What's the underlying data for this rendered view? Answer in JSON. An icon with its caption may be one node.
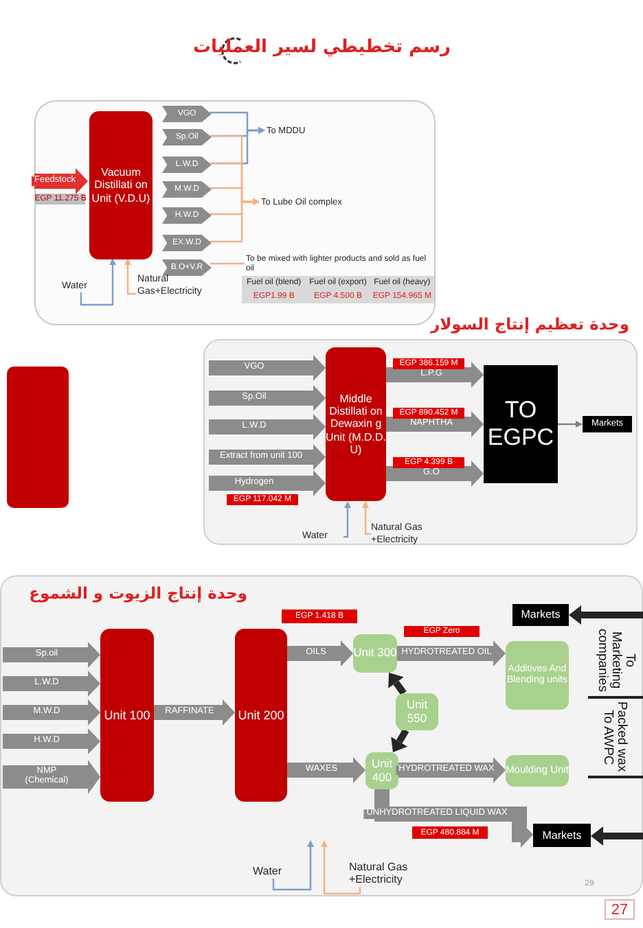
{
  "diagram": {
    "title": "رسم تخطيطي لسير العمليات",
    "nodes": [
      {
        "text": [],
        "shape": "box"
      },
      {
        "text": [
          "Vacuum Distillati on Unit (V.D.U)"
        ],
        "in": 0
      },
      {
        "text": [
          "VGO"
        ],
        "in": 0
      },
      {
        "text": [
          "Sp.Oil"
        ],
        "in": 0
      },
      {
        "text": [
          "L.W.D"
        ],
        "in": 0
      },
      {
        "text": [
          "M.W.D"
        ],
        "in": 0
      },
      {
        "text": [
          "H.W.D"
        ],
        "in": 0
      },
      {
        "text": [
          "EX.W.D"
        ],
        "in": 0
      },
      {
        "text": [
          "B.O+V.R"
        ],
        "in": 0
      },
      {
        "text": [
          "To MDDU"
        ],
        "in": 0
      },
      {
        "text": [
          "To Lube Oil complex"
        ],
        "in": 0
      },
      {
        "text": [
          "To be mixed with lighter products and sold as fuel oil"
        ],
        "in": 0
      },
      {
        "text": [
          "Fuel oil (blend)",
          "Fuel oil (export)",
          "Fuel oil (heavy)",
          "EGP1.99 B",
          "EGP 4.500 B",
          "EGP 154.965 M"
        ],
        "in": 0
      },
      {
        "text": [
          "Water"
        ],
        "in": 0
      },
      {
        "text": [
          "Natural Gas+Electricity"
        ],
        "in": 0
      },
      {
        "text": [],
        "shape": "box"
      },
      {
        "text": [
          "وحدة تعظيم إنتاج السولار"
        ]
      },
      {
        "text": [
          "Middle Distillati on Dewaxin g Unit (M.D.D. U)"
        ],
        "in": 16
      },
      {
        "text": [
          "TO EGPC"
        ],
        "in": 16
      },
      {
        "text": [
          "Markets"
        ],
        "in": 16
      },
      {
        "text": [
          "Water"
        ],
        "in": 16
      },
      {
        "text": [
          "Natural Gas +Electricity"
        ],
        "in": 16
      },
      {
        "text": [
          "وحدة إنتاج الزيوت و الشموع"
        ]
      },
      {
        "text": [
          "Unit 100"
        ],
        "in": 22
      },
      {
        "text": [
          "Unit 200"
        ],
        "in": 22
      },
      {
        "text": [
          "Unit 300"
        ],
        "in": 22
      },
      {
        "text": [
          "Unit 550"
        ],
        "in": 22
      },
      {
        "text": [
          "Unit 400"
        ],
        "in": 22
      },
      {
        "text": [
          "Additives And Blending units"
        ],
        "in": 22
      },
      {
        "text": [
          "Moulding Unit"
        ],
        "in": 22
      },
      {
        "text": [
          "Markets"
        ],
        "in": 22
      },
      {
        "text": [
          "Markets"
        ],
        "in": 22
      },
      {
        "text": [
          "Water"
        ],
        "in": 22
      },
      {
        "text": [
          "Natural Gas +Electricity"
        ],
        "in": 22
      }
    ],
    "edges": [
      {
        "from": null,
        "to": 1,
        "arrow": "to",
        "label": "Feedstock",
        "style": "thick",
        "color": "#e03030"
      },
      {
        "from": 2,
        "to": 9,
        "arrow": "to",
        "color": "#7f9cc9"
      },
      {
        "from": 3,
        "to": 9,
        "arrow": "to",
        "color": "#7f9cc9"
      },
      {
        "from": 4,
        "to": 9,
        "arrow": "to",
        "color": "#7f9cc9"
      },
      {
        "from": 3,
        "to": 10,
        "arrow": "to",
        "color": "#f4b183"
      },
      {
        "from": 4,
        "to": 10,
        "arrow": "to",
        "color": "#f4b183"
      },
      {
        "from": 5,
        "to": 10,
        "arrow": "to",
        "color": "#f4b183"
      },
      {
        "from": 6,
        "to": 10,
        "arrow": "to",
        "color": "#f4b183"
      },
      {
        "from": 7,
        "to": 10,
        "arrow": "to",
        "color": "#f4b183"
      },
      {
        "from": 8,
        "to": 11,
        "arrow": "none",
        "color": "#f4b183"
      },
      {
        "from": 13,
        "to": 1,
        "arrow": "to",
        "color": "#7f9cc9"
      },
      {
        "from": 14,
        "to": 1,
        "arrow": "to",
        "color": "#f4b183"
      },
      {
        "from": null,
        "to": 17,
        "arrow": "to",
        "label": "VGO",
        "style": "thick"
      },
      {
        "from": null,
        "to": 17,
        "arrow": "to",
        "label": "Sp.Oil",
        "style": "thick"
      },
      {
        "from": null,
        "to": 17,
        "arrow": "to",
        "label": "L.W.D",
        "style": "thick"
      },
      {
        "from": null,
        "to": 17,
        "arrow": "to",
        "label": "Extract from unit 100",
        "style": "thick"
      },
      {
        "from": null,
        "to": 17,
        "arrow": "to",
        "label": "Hydrogen",
        "style": "thick"
      },
      {
        "from": 17,
        "to": 18,
        "arrow": "to",
        "label": "L.P.G",
        "style": "thick"
      },
      {
        "from": 17,
        "to": 18,
        "arrow": "to",
        "label": "NAPHTHA",
        "style": "thick"
      },
      {
        "from": 17,
        "to": 18,
        "arrow": "to",
        "label": "G.O",
        "style": "thick"
      },
      {
        "from": 18,
        "to": 19,
        "arrow": "to",
        "color": "#808080"
      },
      {
        "from": 20,
        "to": 17,
        "arrow": "to",
        "color": "#7f9cc9"
      },
      {
        "from": 21,
        "to": 17,
        "arrow": "to",
        "color": "#f4b183"
      },
      {
        "from": null,
        "to": 23,
        "arrow": "to",
        "label": "Sp.oil",
        "style": "thick"
      },
      {
        "from": null,
        "to": 23,
        "arrow": "to",
        "label": "L.W.D",
        "style": "thick"
      },
      {
        "from": null,
        "to": 23,
        "arrow": "to",
        "label": "M.W.D",
        "style": "thick"
      },
      {
        "from": null,
        "to": 23,
        "arrow": "to",
        "label": "H.W.D",
        "style": "thick"
      },
      {
        "from": null,
        "to": 23,
        "arrow": "to",
        "label": "NMP (Chemical)",
        "style": "thick"
      },
      {
        "from": 23,
        "to": 24,
        "arrow": "to",
        "label": "RAFFINATE",
        "style": "thick"
      },
      {
        "from": 24,
        "to": 25,
        "arrow": "to",
        "label": "OILS",
        "style": "thick"
      },
      {
        "from": 24,
        "to": 27,
        "arrow": "to",
        "label": "WAXES",
        "style": "thick"
      },
      {
        "from": 25,
        "to": 28,
        "arrow": "to",
        "label": "HYDROTREATED OIL",
        "style": "thick"
      },
      {
        "from": 26,
        "to": 25,
        "arrow": "to",
        "color": "#262626"
      },
      {
        "from": 26,
        "to": 27,
        "arrow": "to",
        "color": "#262626"
      },
      {
        "from": 27,
        "to": 29,
        "arrow": "to",
        "label": "HYDROTREATED WAX",
        "style": "thick"
      },
      {
        "from": 27,
        "to": 31,
        "arrow": "to",
        "label": "UNHYDROTREATED  LIQUID WAX",
        "style": "thick"
      },
      {
        "from": null,
        "to": 30,
        "arrow": "to",
        "color": "#262626"
      },
      {
        "from": null,
        "to": 31,
        "arrow": "to",
        "color": "#262626"
      },
      {
        "from": 32,
        "to": null,
        "arrow": "to",
        "color": "#7f9cc9"
      },
      {
        "from": 33,
        "to": null,
        "arrow": "to",
        "color": "#f4b183"
      }
    ],
    "labels": [
      "EGP 11.275 B",
      "EGP 386.159 M",
      "EGP 890.452 M",
      "EGP 4.399 B",
      "EGP 117.042 M",
      "EGP 1.418 B",
      "EGP Zero",
      "To Marketing companies",
      "Packed wax To AWPC",
      "EGP 480.884 M",
      "29",
      "27"
    ]
  }
}
